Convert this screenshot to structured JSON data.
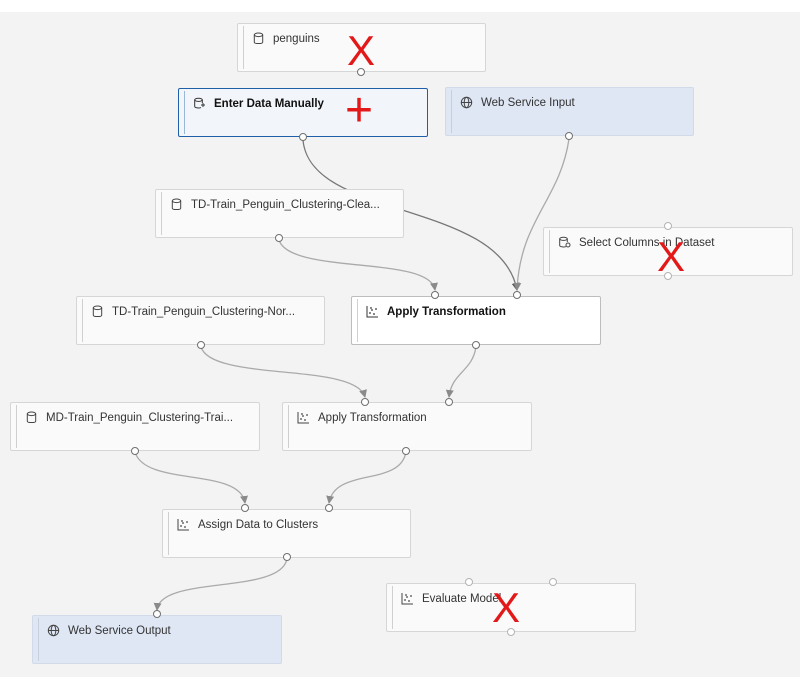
{
  "nodes": {
    "penguins": {
      "label": "penguins",
      "icon": "database-icon"
    },
    "enter_data": {
      "label": "Enter Data Manually",
      "icon": "enter-data-icon"
    },
    "ws_input": {
      "label": "Web Service Input",
      "icon": "globe-icon"
    },
    "td_clean": {
      "label": "TD-Train_Penguin_Clustering-Clea...",
      "icon": "database-icon"
    },
    "select_cols": {
      "label": "Select Columns in Dataset",
      "icon": "select-columns-icon"
    },
    "td_norm": {
      "label": "TD-Train_Penguin_Clustering-Nor...",
      "icon": "database-icon"
    },
    "apply1": {
      "label": "Apply Transformation",
      "icon": "scatter-icon"
    },
    "md_train": {
      "label": "MD-Train_Penguin_Clustering-Trai...",
      "icon": "database-icon"
    },
    "apply2": {
      "label": "Apply Transformation",
      "icon": "scatter-icon"
    },
    "assign": {
      "label": "Assign Data to Clusters",
      "icon": "scatter-icon"
    },
    "evaluate": {
      "label": "Evaluate Model",
      "icon": "scatter-icon"
    },
    "ws_output": {
      "label": "Web Service Output",
      "icon": "globe-icon"
    }
  },
  "annotations": {
    "remove": "X",
    "add": "+"
  },
  "colors": {
    "annotation": "#e31818",
    "selected_border": "#1f5fa8",
    "web_service_fill": "#dfe7f5",
    "connector": "#999999"
  }
}
